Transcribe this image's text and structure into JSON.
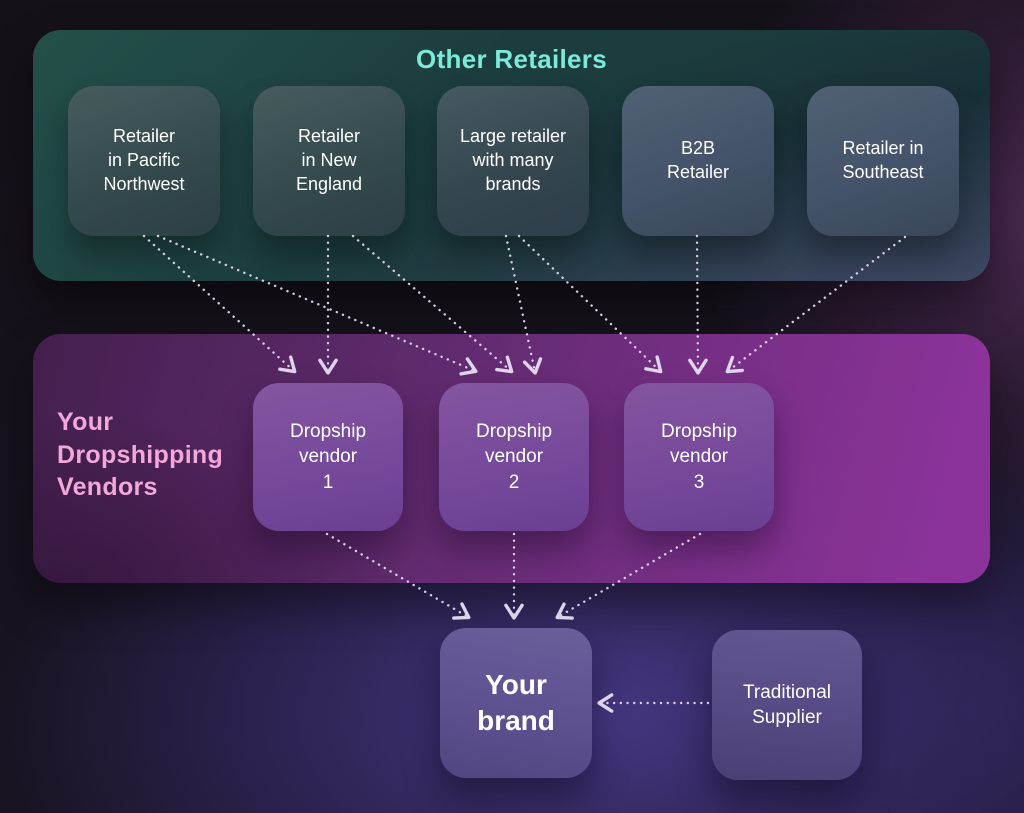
{
  "top_panel": {
    "title": "Other Retailers",
    "boxes": [
      {
        "label": "Retailer\nin Pacific\nNorthwest"
      },
      {
        "label": "Retailer\nin New\nEngland"
      },
      {
        "label": "Large retailer\nwith many\nbrands"
      },
      {
        "label": "B2B\nRetailer"
      },
      {
        "label": "Retailer in\nSoutheast"
      }
    ]
  },
  "vendors_panel": {
    "title": "Your\nDropshipping\nVendors",
    "boxes": [
      {
        "label": "Dropship\nvendor\n1"
      },
      {
        "label": "Dropship\nvendor\n2"
      },
      {
        "label": "Dropship\nvendor\n3"
      }
    ]
  },
  "bottom": {
    "brand": {
      "label": "Your\nbrand"
    },
    "supplier": {
      "label": "Traditional\nSupplier"
    }
  },
  "colors": {
    "top_title": "#7ce9da",
    "vendors_title": "#f3a8da",
    "arrow": "#e3daf3",
    "node_text": "#ffffff"
  },
  "connections": {
    "style": "dotted-arrow",
    "edges": [
      [
        144,
        236,
        294,
        371
      ],
      [
        158,
        236,
        475,
        371
      ],
      [
        328,
        236,
        328,
        372
      ],
      [
        353,
        236,
        511,
        371
      ],
      [
        506,
        236,
        535,
        372
      ],
      [
        519,
        236,
        660,
        371
      ],
      [
        697,
        236,
        698,
        372
      ],
      [
        905,
        237,
        728,
        371
      ],
      [
        327,
        534,
        468,
        617
      ],
      [
        514,
        534,
        514,
        617
      ],
      [
        700,
        534,
        558,
        617
      ],
      [
        708,
        703,
        600,
        703
      ]
    ]
  }
}
